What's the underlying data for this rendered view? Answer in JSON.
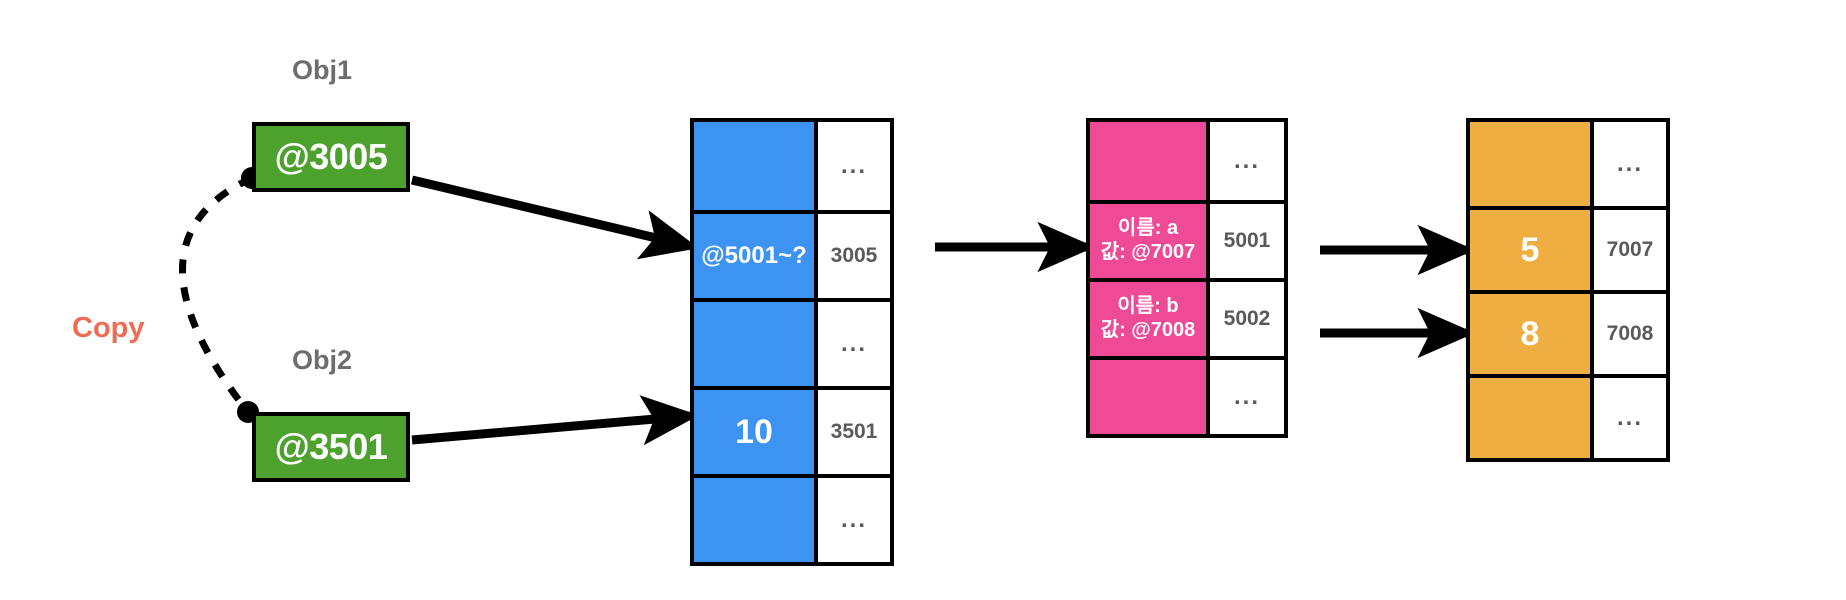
{
  "diagram": {
    "title_hidden": "",
    "copy_label": "Copy",
    "colors": {
      "green": "#4ca22c",
      "blue": "#3d93f2",
      "pink": "#ee4a96",
      "orange": "#efae41",
      "copy_text": "#ee6c54",
      "label_gray": "#6d6d6d",
      "address_gray": "#5a5a5a",
      "border": "#000000"
    }
  },
  "objects": [
    {
      "label": "Obj1",
      "value": "@3005"
    },
    {
      "label": "Obj2",
      "value": "@3501"
    }
  ],
  "tables": {
    "blue": {
      "name": "stack-memory-table",
      "rows": [
        {
          "value": "...",
          "address": "...",
          "is_dots": true,
          "big": false
        },
        {
          "value": "@5001~?",
          "address": "3005",
          "is_dots": false,
          "big": false
        },
        {
          "value": "...",
          "address": "...",
          "is_dots": true,
          "big": false
        },
        {
          "value": "10",
          "address": "3501",
          "is_dots": false,
          "big": true
        },
        {
          "value": "...",
          "address": "...",
          "is_dots": true,
          "big": false
        }
      ]
    },
    "pink": {
      "name": "object-fields-table",
      "rows": [
        {
          "line1": "",
          "line2": "",
          "address": "...",
          "is_dots": true
        },
        {
          "line1": "이름: a",
          "line2": "값: @7007",
          "address": "5001",
          "is_dots": false
        },
        {
          "line1": "이름: b",
          "line2": "값: @7008",
          "address": "5002",
          "is_dots": false
        },
        {
          "line1": "",
          "line2": "",
          "address": "...",
          "is_dots": true
        }
      ]
    },
    "orange": {
      "name": "value-memory-table",
      "rows": [
        {
          "value": "",
          "address": "...",
          "is_dots": true
        },
        {
          "value": "5",
          "address": "7007",
          "is_dots": false
        },
        {
          "value": "8",
          "address": "7008",
          "is_dots": false
        },
        {
          "value": "",
          "address": "...",
          "is_dots": true
        }
      ]
    }
  }
}
